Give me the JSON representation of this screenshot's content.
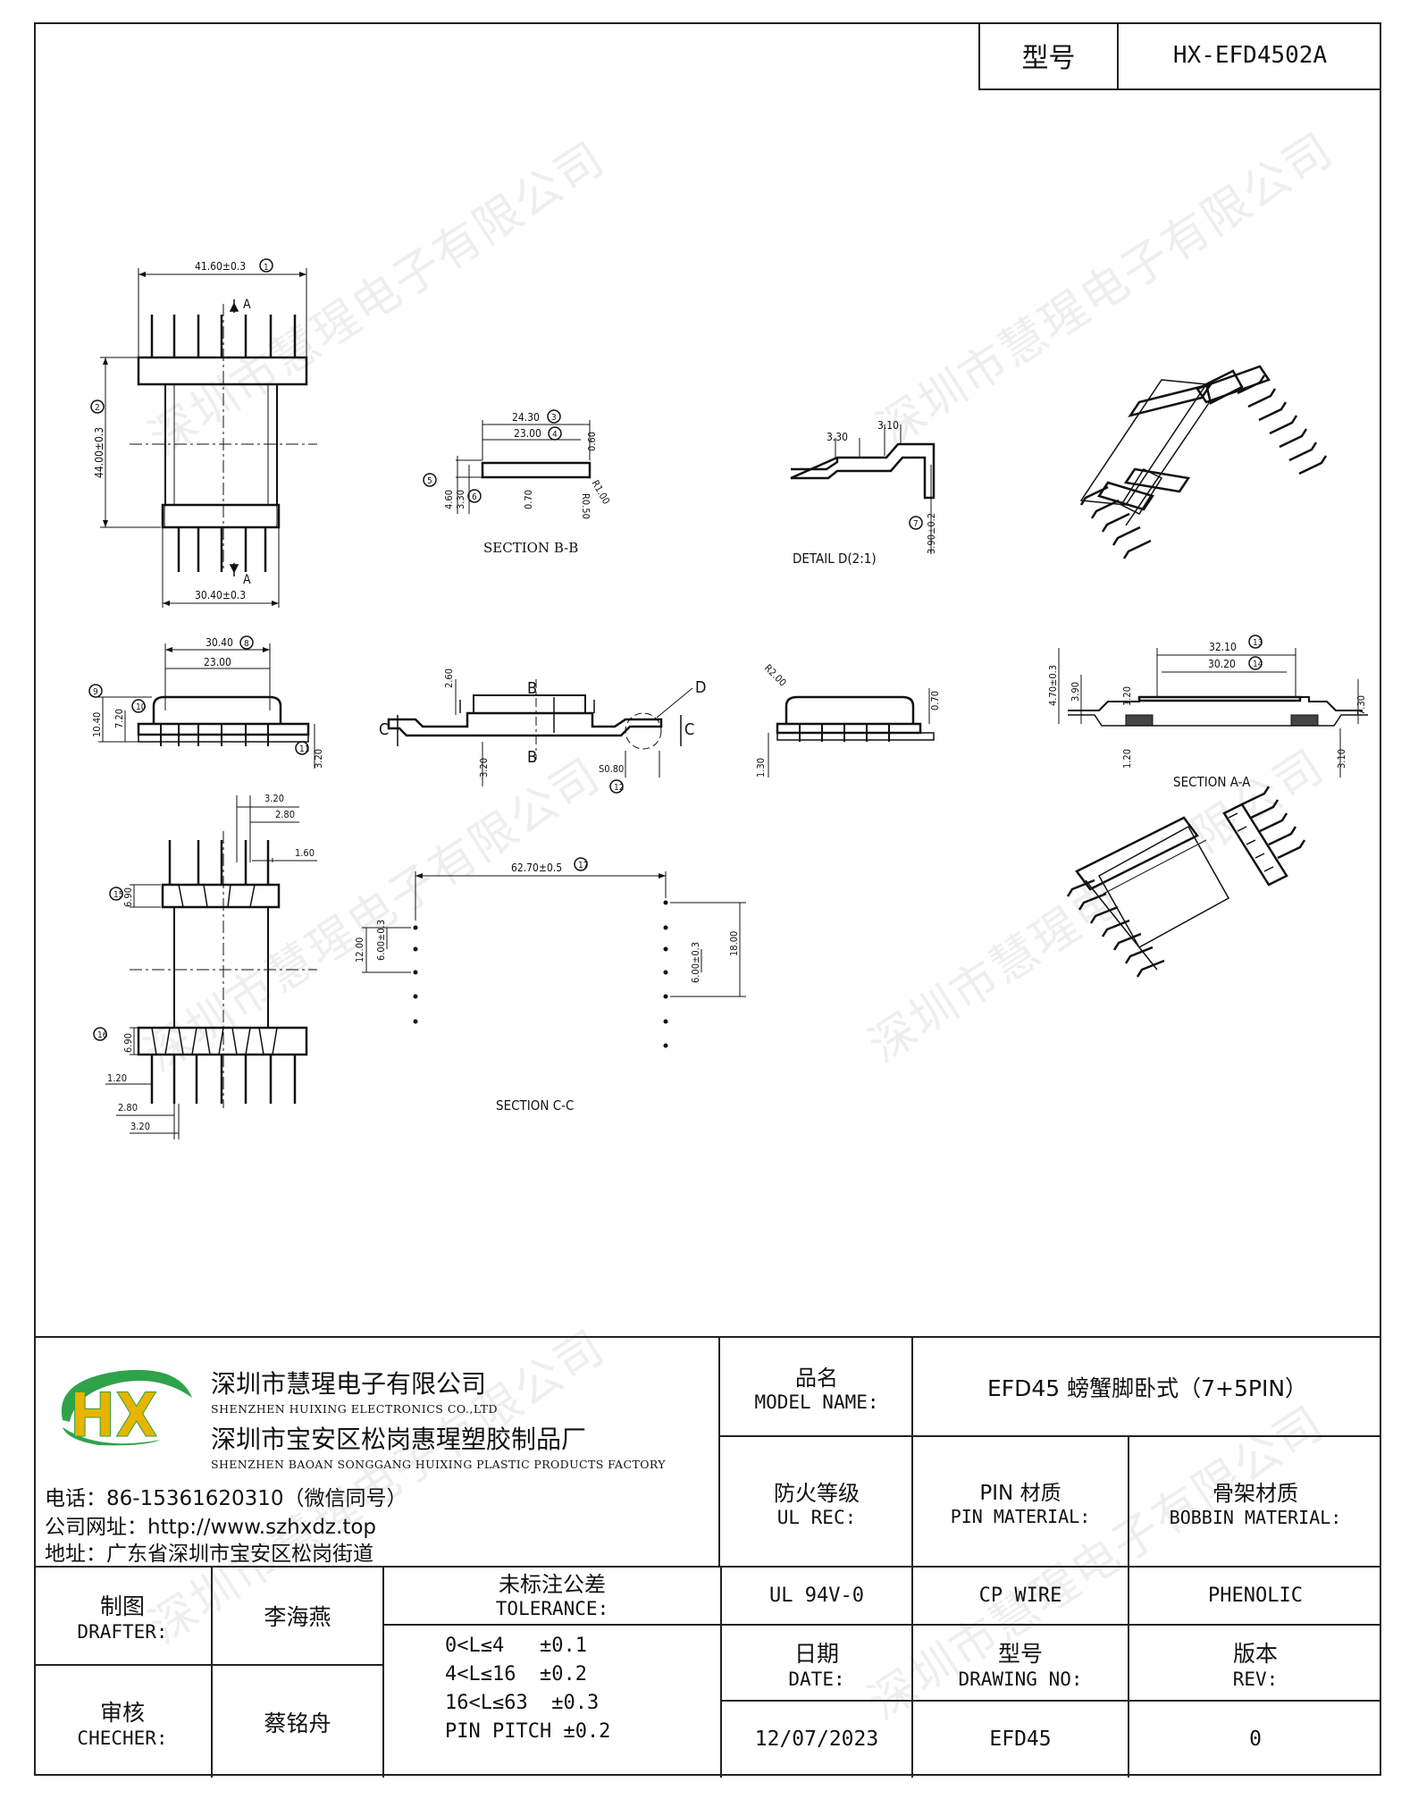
{
  "model_box": {
    "label": "型号",
    "value": "HX-EFD4502A"
  },
  "watermark": "深圳市慧瑆电子有限公司",
  "drawing": {
    "top_width": "41.60±0.3",
    "height": "44.00±0.3",
    "bottom_width": "30.40±0.3",
    "label_a": "A",
    "section_bb": {
      "w1": "24.30",
      "w2": "23.00",
      "h1": "0.60",
      "r1": "R1.00",
      "r2": "R0.50",
      "t1": "0.70",
      "d1": "4.60",
      "d2": "3.30",
      "title": "SECTION B-B"
    },
    "detail_d": {
      "d1": "3.30",
      "d2": "3.10",
      "h": "3.90±0.2",
      "title": "DETAIL D(2:1)"
    },
    "front": {
      "w1": "30.40",
      "w2": "23.00",
      "h1": "10.40",
      "h2": "7.20",
      "h3": "3.20"
    },
    "side": {
      "h1": "2.60",
      "b": "B",
      "c": "C",
      "d": "D",
      "h2": "3.20",
      "s": "S0.80"
    },
    "right_view": {
      "r": "R2.00",
      "h": "0.70",
      "b": "1.30"
    },
    "section_aa": {
      "w1": "32.10",
      "w2": "30.20",
      "h1": "4.70±0.3",
      "h2": "3.90",
      "h3": "1.20",
      "h4": "1.20",
      "h5": "7.30",
      "h6": "3.10",
      "title": "SECTION A-A"
    },
    "bottom_view": {
      "p1": "3.20",
      "p2": "2.80",
      "p3": "1.60",
      "h1": "6.90",
      "h2": "6.90",
      "p4": "1.20",
      "p5": "2.80",
      "p6": "3.20"
    },
    "section_cc": {
      "w": "62.70±0.5",
      "h1": "12.00",
      "h2": "6.00±0.3",
      "h3": "6.00±0.3",
      "h4": "18.00",
      "title": "SECTION C-C"
    },
    "balloons": {
      "b1": "1",
      "b2": "2",
      "b3": "3",
      "b4": "4",
      "b5": "5",
      "b6": "6",
      "b7": "7",
      "b8": "8",
      "b9": "9",
      "b10": "10",
      "b11": "11",
      "b12": "12",
      "b13": "13",
      "b14": "14",
      "b15": "15",
      "b16": "16",
      "b17": "17"
    }
  },
  "company": {
    "logo_text": "HX",
    "name_cn": "深圳市慧瑆电子有限公司",
    "name_en": "SHENZHEN HUIXING ELECTRONICS CO.,LTD",
    "factory_cn": "深圳市宝安区松岗惠瑆塑胶制品厂",
    "factory_en": "SHENZHEN BAOAN SONGGANG HUIXING PLASTIC PRODUCTS FACTORY",
    "phone": "电话：86-15361620310（微信同号）",
    "website": "公司网址：http://www.szhxdz.top",
    "address": "地址：广东省深圳市宝安区松岗街道"
  },
  "title_block": {
    "model_name_label_cn": "品名",
    "model_name_label_en": "MODEL NAME:",
    "model_name_value": "EFD45 螃蟹脚卧式（7+5PIN）",
    "ul_label_cn": "防火等级",
    "ul_label_en": "UL REC:",
    "pin_label_cn": "PIN 材质",
    "pin_label_en": "PIN MATERIAL:",
    "bobbin_label_cn": "骨架材质",
    "bobbin_label_en": "BOBBIN MATERIAL:",
    "ul_value": "UL 94V-0",
    "pin_value": "CP WIRE",
    "bobbin_value": "PHENOLIC",
    "drafter_label_cn": "制图",
    "drafter_label_en": "DRAFTER:",
    "drafter_value": "李海燕",
    "checker_label_cn": "审核",
    "checker_label_en": "CHECHER:",
    "checker_value": "蔡铭舟",
    "tolerance_label_cn": "未标注公差",
    "tolerance_label_en": "TOLERANCE:",
    "tolerance_lines": [
      "0<L≤4   ±0.1",
      "4<L≤16  ±0.2",
      "16<L≤63  ±0.3",
      "PIN PITCH ±0.2"
    ],
    "date_label_cn": "日期",
    "date_label_en": "DATE:",
    "date_value": "12/07/2023",
    "drawing_no_label_cn": "型号",
    "drawing_no_label_en": "DRAWING NO:",
    "drawing_no_value": "EFD45",
    "rev_label_cn": "版本",
    "rev_label_en": "REV:",
    "rev_value": "0"
  }
}
